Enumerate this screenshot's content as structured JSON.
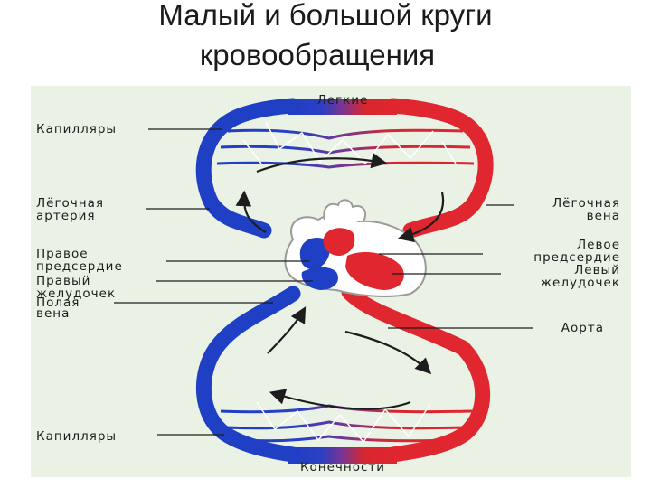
{
  "title": {
    "line1": "Малый и большой круги",
    "line2": "кровообращения"
  },
  "diagram": {
    "labels": {
      "lungs": "Легкие",
      "capillaries_top": "Капилляры",
      "pulmonary_artery_1": "Лёгочная",
      "pulmonary_artery_2": "артерия",
      "pulmonary_vein_1": "Лёгочная",
      "pulmonary_vein_2": "вена",
      "right_atrium_1": "Правое",
      "right_atrium_2": "предсердие",
      "right_ventricle_1": "Правый",
      "right_ventricle_2": "желудочек",
      "vena_cava_1": "Полая",
      "vena_cava_2": "вена",
      "left_atrium_1": "Левое",
      "left_atrium_2": "предсердие",
      "left_ventricle_1": "Левый",
      "left_ventricle_2": "желудочек",
      "aorta": "Аорта",
      "capillaries_bottom": "Капилляры",
      "limbs": "Конечности"
    },
    "colors": {
      "venous_blood": "#1f3fc4",
      "arterial_blood": "#e0262e",
      "background": "#e9f2e4"
    }
  }
}
